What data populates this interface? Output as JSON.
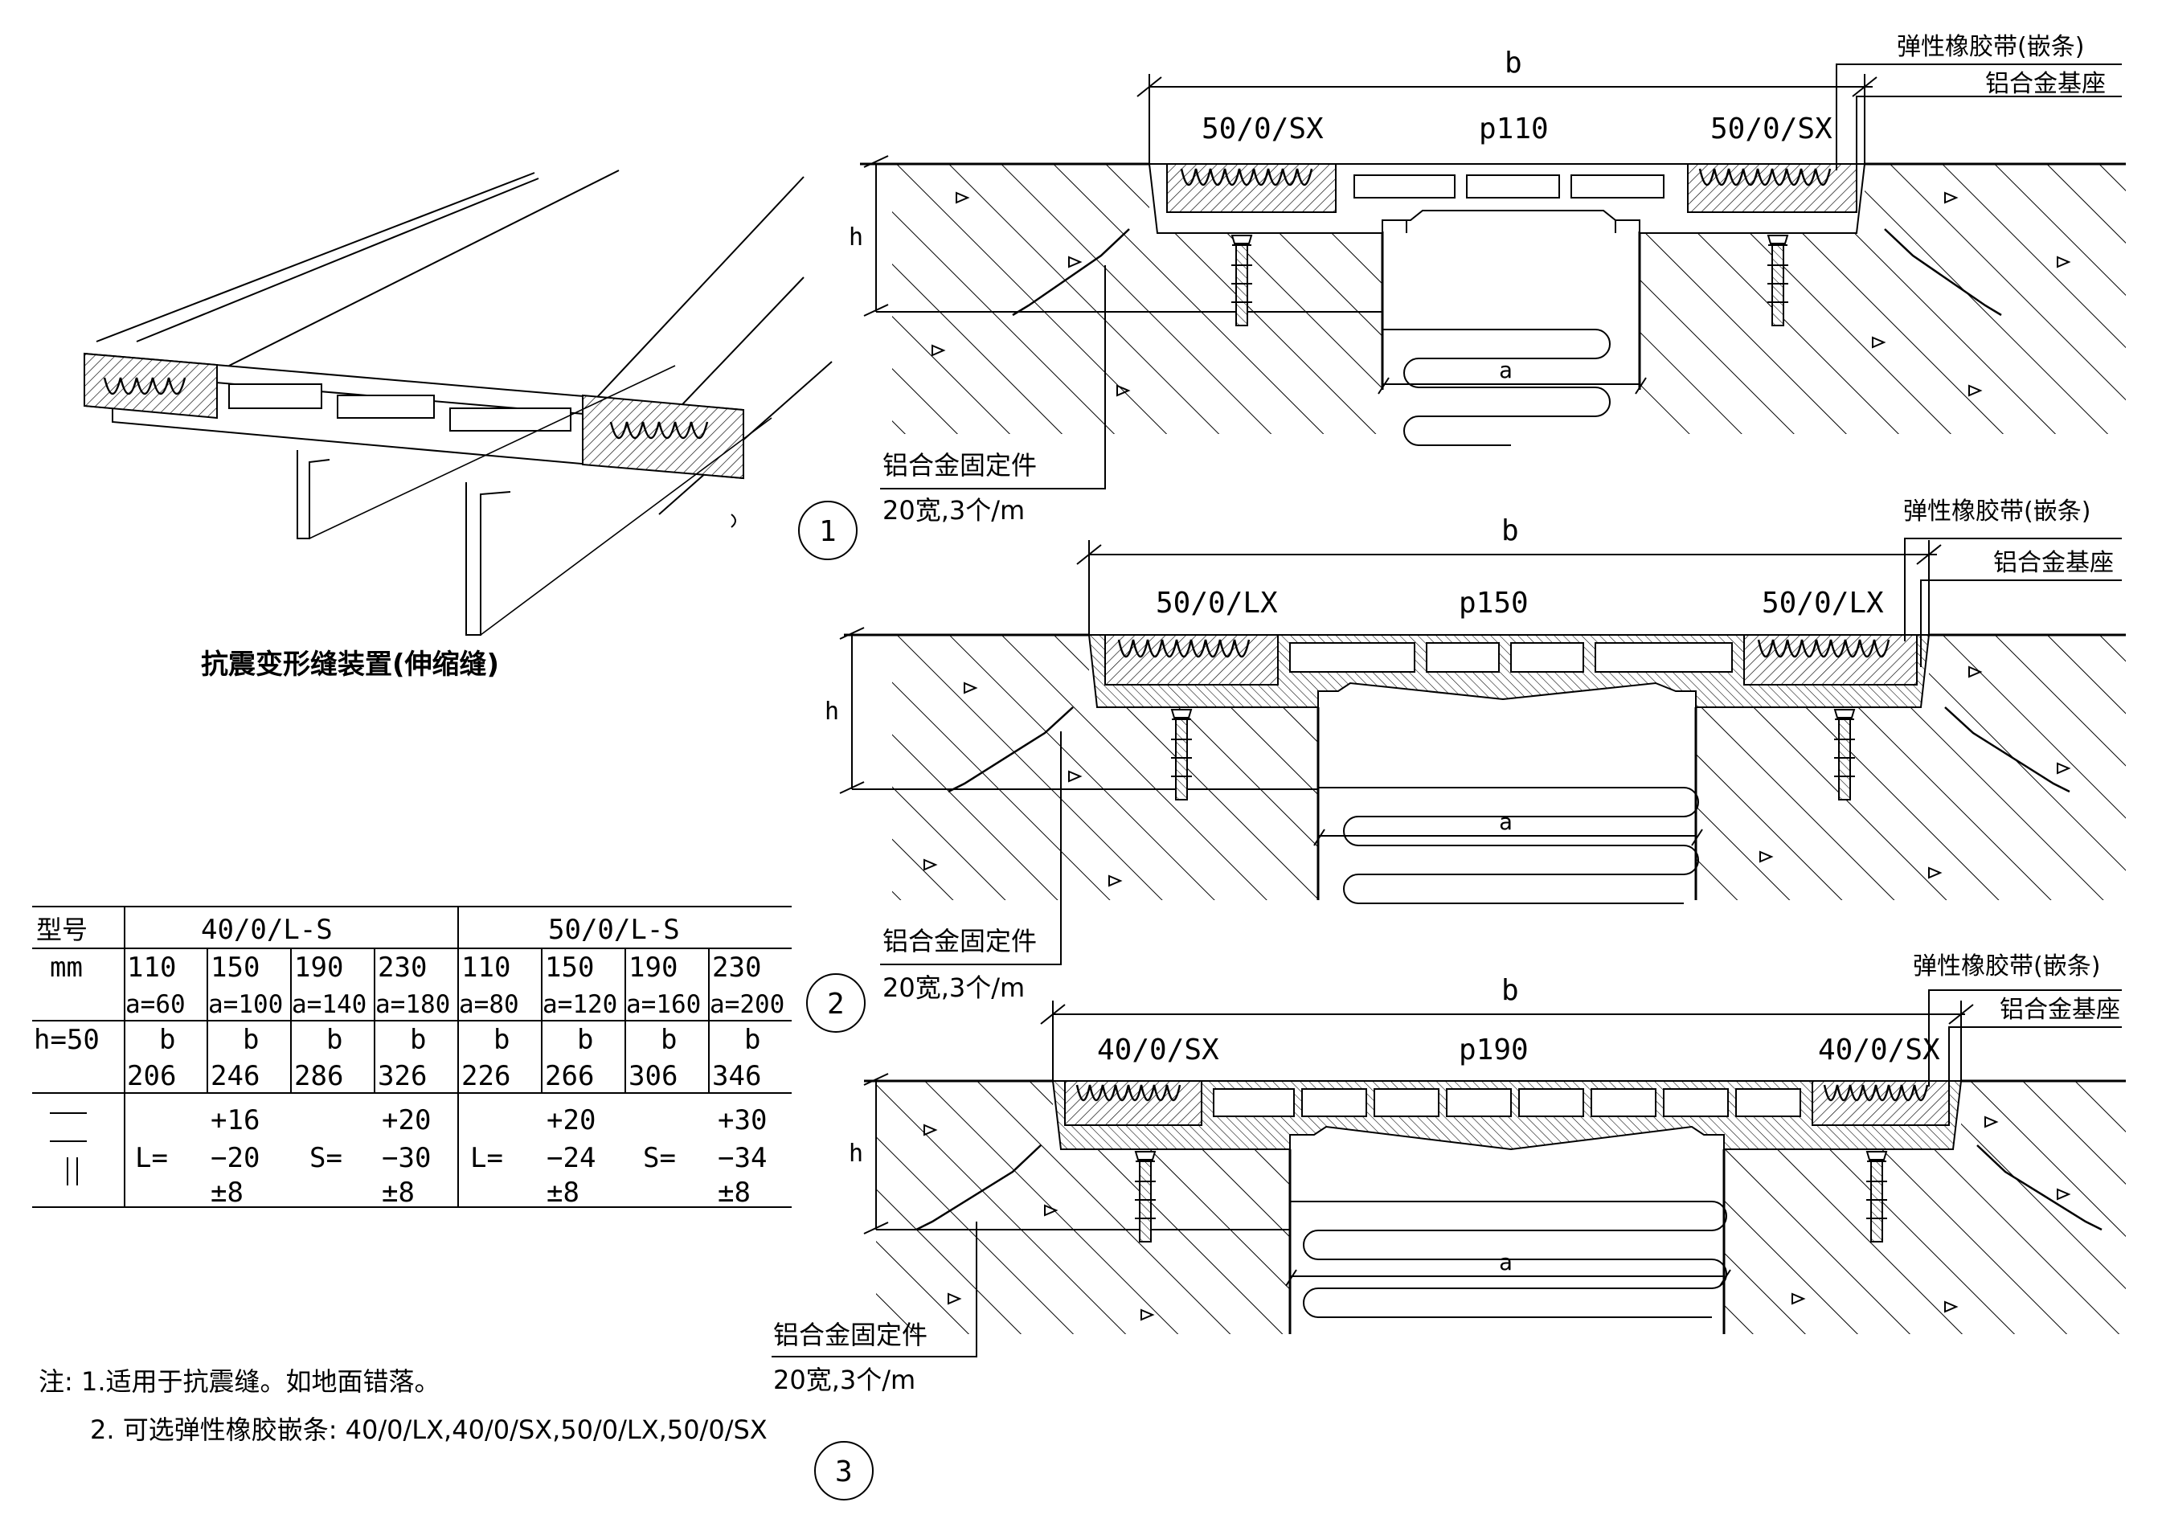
{
  "iso": {
    "title": "抗震变形缝装置(伸缩缝)"
  },
  "table": {
    "row1_label": "型号",
    "group1_model": "40/0/L-S",
    "group2_model": "50/0/L-S",
    "row2_label": "mm",
    "sizes": [
      "110",
      "150",
      "190",
      "230",
      "110",
      "150",
      "190",
      "230"
    ],
    "a_values": [
      "a=60",
      "a=100",
      "a=140",
      "a=180",
      "a=80",
      "a=120",
      "a=160",
      "a=200"
    ],
    "row3_label": "h=50",
    "b_label": "b",
    "b_values": [
      "206",
      "246",
      "286",
      "326",
      "226",
      "266",
      "306",
      "346"
    ],
    "movement": {
      "g1": {
        "L_label": "L=",
        "L_values": [
          "+16",
          "−20",
          "±8"
        ],
        "S_label": "S=",
        "S_values": [
          "+20",
          "−30",
          "±8"
        ]
      },
      "g2": {
        "L_label": "L=",
        "L_values": [
          "+20",
          "−24",
          "±8"
        ],
        "S_label": "S=",
        "S_values": [
          "+30",
          "−34",
          "±8"
        ]
      }
    }
  },
  "notes": {
    "line1": "注: 1.适用于抗震缝。如地面错落。",
    "line2": "2. 可选弹性橡胶嵌条: 40/0/LX,40/0/SX,50/0/LX,50/0/SX"
  },
  "details": [
    {
      "number": "1",
      "b_label": "b",
      "h_label": "h",
      "a_label": "a",
      "left_model": "50/0/SX",
      "center_model": "p110",
      "right_model": "50/0/SX",
      "callout_rubber": "弹性橡胶带(嵌条)",
      "callout_base": "铝合金基座",
      "fixing_label": "铝合金固定件",
      "fixing_spec": "20宽,3个/m"
    },
    {
      "number": "2",
      "b_label": "b",
      "h_label": "h",
      "a_label": "a",
      "left_model": "50/0/LX",
      "center_model": "p150",
      "right_model": "50/0/LX",
      "callout_rubber": "弹性橡胶带(嵌条)",
      "callout_base": "铝合金基座",
      "fixing_label": "铝合金固定件",
      "fixing_spec": "20宽,3个/m"
    },
    {
      "number": "3",
      "b_label": "b",
      "h_label": "h",
      "a_label": "a",
      "left_model": "40/0/SX",
      "center_model": "p190",
      "right_model": "40/0/SX",
      "callout_rubber": "弹性橡胶带(嵌条)",
      "callout_base": "铝合金基座",
      "fixing_label": "铝合金固定件",
      "fixing_spec": "20宽,3个/m"
    }
  ]
}
